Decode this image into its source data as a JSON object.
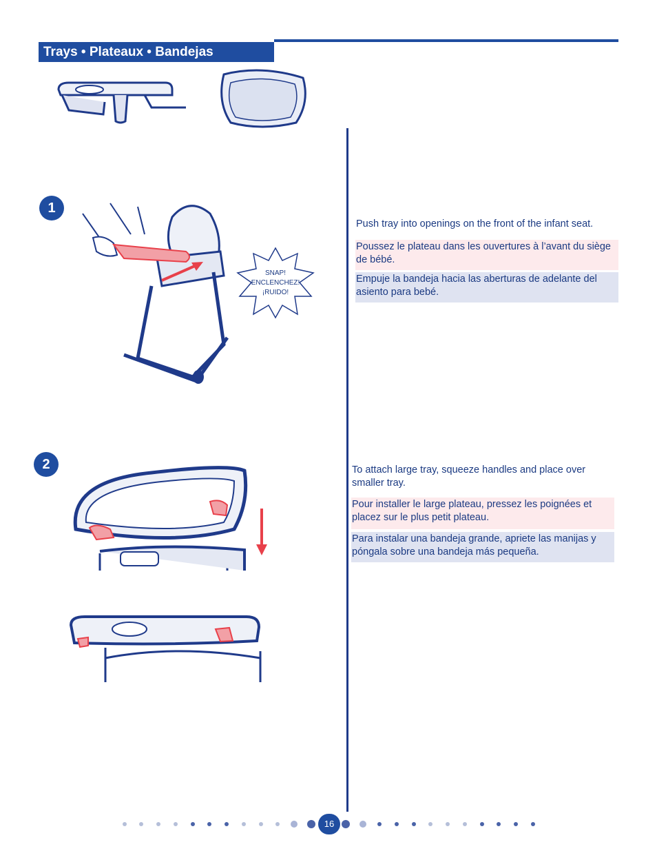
{
  "header": {
    "title": "Trays • Plateaux  • Bandejas"
  },
  "steps": [
    {
      "number": "1",
      "callout": [
        "SNAP!",
        "ENCLENCHEZ!",
        "¡RUIDO!"
      ],
      "en": "Push tray into openings on the front of the infant seat.",
      "fr": "Poussez le plateau dans les ouvertures à l’avant du siège de bébé.",
      "es": "Empuje la bandeja hacia las aberturas de adelante del asiento para bebé."
    },
    {
      "number": "2",
      "en": "To attach large tray, squeeze handles and place over smaller tray.",
      "fr": "Pour installer le large plateau, pressez les poignées et placez sur le plus petit plateau.",
      "es": "Para instalar una bandeja grande, apriete las manijas y póngala sobre una bandeja más pequeña."
    }
  ],
  "footer": {
    "page_number": "16"
  },
  "colors": {
    "brand_blue": "#1f4da0",
    "pink_band": "#fdeaec",
    "blue_band": "#dfe3f1",
    "accent_red": "#e8404a"
  }
}
